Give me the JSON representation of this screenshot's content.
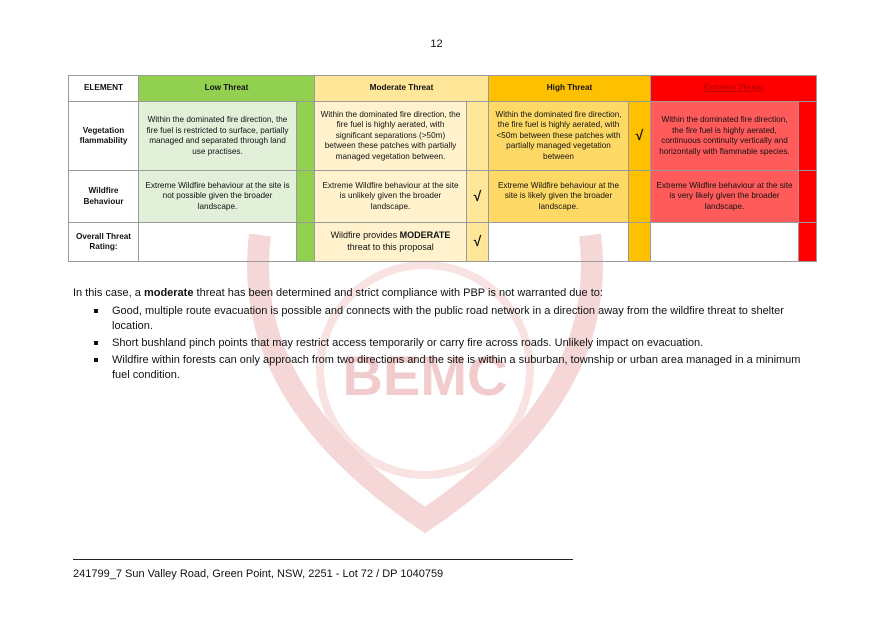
{
  "page": {
    "number": "12"
  },
  "table": {
    "headers": {
      "element": "ELEMENT",
      "low": "Low Threat",
      "moderate": "Moderate Threat",
      "high": "High Threat",
      "extreme": "Extreme Threat"
    },
    "rows": [
      {
        "element": "Vegetation flammability",
        "low": "Within the dominated fire direction, the fire fuel is restricted to surface, partially managed and separated through land use practises.",
        "moderate": "Within the dominated fire direction, the fire fuel is highly aerated, with significant separations (>50m) between these patches with partially managed vegetation between.",
        "high": "Within the dominated fire direction, the fire fuel is highly aerated, with <50m between these patches with partially managed vegetation between",
        "extreme": "Within the dominated fire direction, the fire fuel is highly aerated, continuous continuity vertically and horizontally with flammable species.",
        "selected": "high"
      },
      {
        "element": "Wildfire Behaviour",
        "low": "Extreme Wildfire behaviour at the site is not possible given the broader landscape.",
        "moderate": "Extreme Wildfire behaviour at the site is unlikely given the broader landscape.",
        "high": "Extreme Wildfire behaviour at the site is likely given the broader landscape.",
        "extreme": "Extreme Wildfire behaviour at the site is very likely given the broader landscape.",
        "selected": "moderate"
      },
      {
        "element": "Overall Threat Rating:",
        "low": "",
        "moderate_prefix": "Wildfire provides ",
        "moderate_bold": "MODERATE",
        "moderate_suffix": " threat to this proposal",
        "high": "",
        "extreme": "",
        "selected": "moderate"
      }
    ],
    "tick": "√"
  },
  "body": {
    "intro_prefix": "In this case, a ",
    "intro_bold": "moderate",
    "intro_suffix": " threat has been determined and strict compliance with PBP is not warranted due to:",
    "bullets": [
      "Good, multiple route evacuation is possible and connects with the public road network in a direction away from the wildfire threat to shelter location.",
      "Short bushland pinch points that may restrict access temporarily or carry fire across roads. Unlikely impact on evacuation.",
      "Wildfire within forests can only approach from two directions and the site is within a suburban, township or urban area managed in a minimum fuel condition."
    ]
  },
  "footer": {
    "text": "241799_7 Sun Valley Road, Green Point, NSW, 2251 - Lot 72 / DP 1040759"
  },
  "watermark": {
    "text": "BEMC",
    "color": "#e8b4b4"
  },
  "colors": {
    "low": "#92d050",
    "low_light": "#e2efd9",
    "moderate": "#ffe699",
    "moderate_light": "#fff2cc",
    "high": "#ffc000",
    "high_light": "#ffd966",
    "extreme": "#ff0000",
    "extreme_light": "#ff5b5b"
  }
}
